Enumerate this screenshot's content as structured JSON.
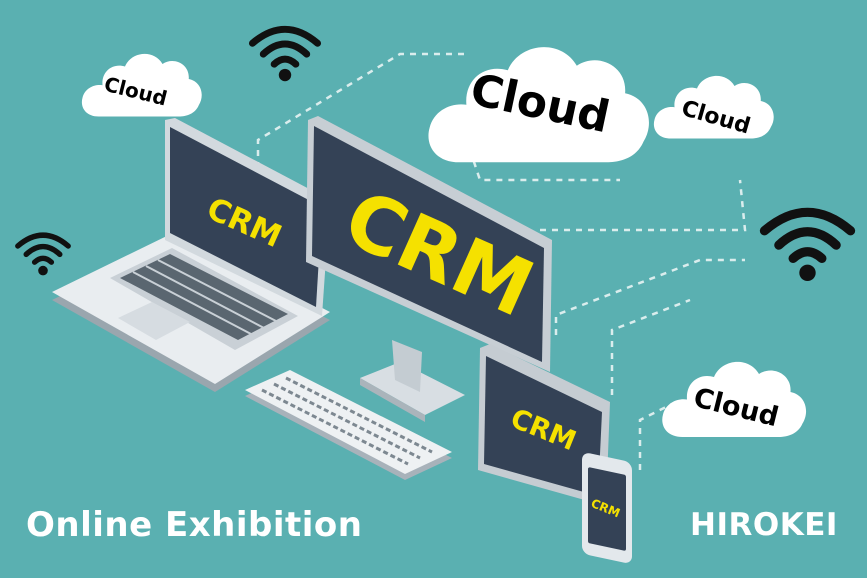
{
  "labels": {
    "cloud_large": "Cloud",
    "cloud_top_left": "Cloud",
    "cloud_top_right": "Cloud",
    "cloud_bottom_right": "Cloud",
    "crm_monitor": "CRM",
    "crm_laptop": "CRM",
    "crm_tablet": "CRM",
    "crm_phone": "CRM"
  },
  "captions": {
    "left": "Online Exhibition",
    "right": "HIROKEI"
  },
  "colors": {
    "background": "#5ab0b1",
    "screen": "#344256",
    "crm_text": "#f5e100",
    "cloud": "#ffffff",
    "wifi": "#111111",
    "caption": "#ffffff"
  },
  "icons": [
    "cloud-icon",
    "wifi-icon"
  ]
}
